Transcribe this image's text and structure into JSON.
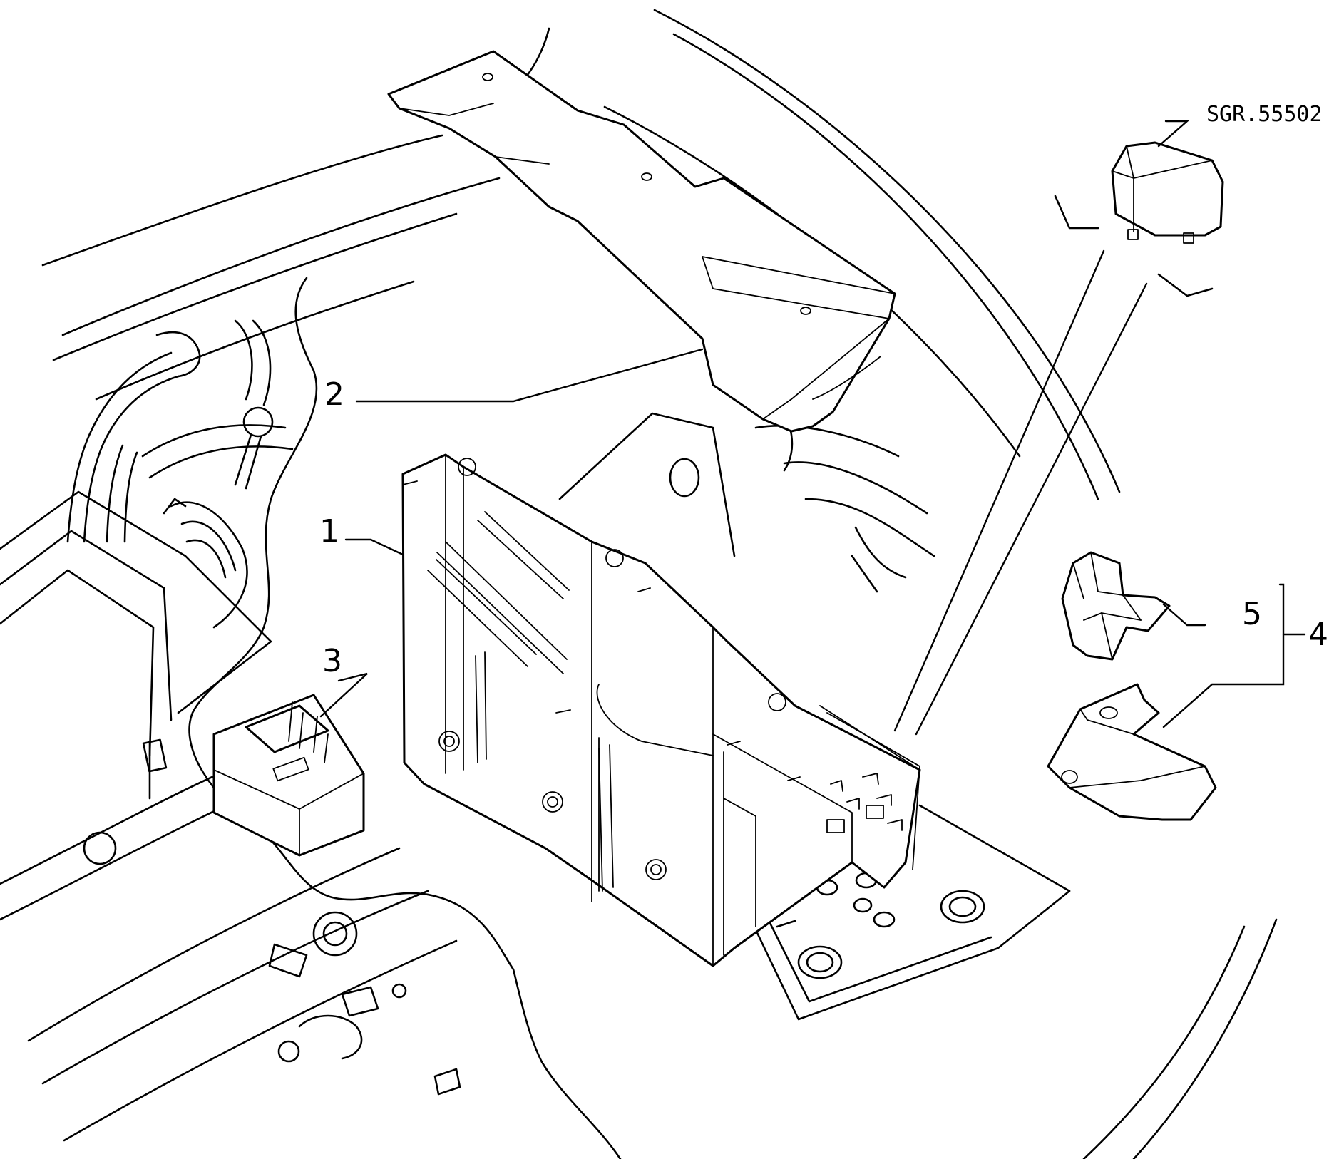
{
  "drawing": {
    "reference_code": "SGR.55502",
    "callouts": [
      {
        "id": "1",
        "label": "1"
      },
      {
        "id": "2",
        "label": "2"
      },
      {
        "id": "3",
        "label": "3"
      },
      {
        "id": "4",
        "label": "4"
      },
      {
        "id": "5",
        "label": "5"
      }
    ]
  }
}
